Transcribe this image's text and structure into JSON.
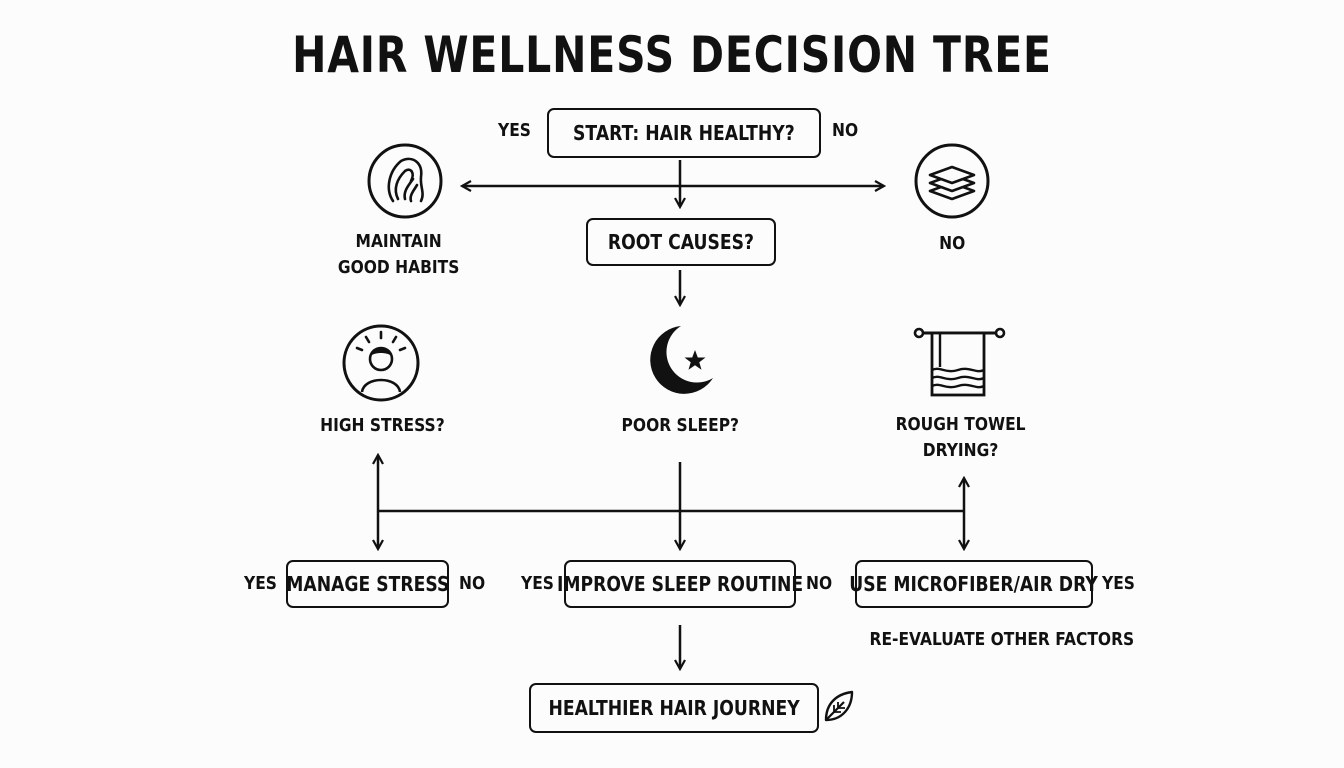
{
  "title": "HAIR WELLNESS DECISION TREE",
  "nodes": {
    "start": "START: HAIR HEALTHY?",
    "root_causes": "ROOT CAUSES?",
    "maintain": "MAINTAIN\nGOOD HABITS",
    "no_right": "NO",
    "high_stress": "HIGH STRESS?",
    "poor_sleep": "POOR SLEEP?",
    "rough_towel": "ROUGH TOWEL\nDRYING?",
    "manage_stress": "MANAGE STRESS",
    "improve_sleep": "IMPROVE SLEEP ROUTINE",
    "microfiber": "USE MICROFIBER/AIR DRY",
    "reevaluate": "RE-EVALUATE OTHER FACTORS",
    "journey": "HEALTHIER HAIR JOURNEY"
  },
  "branch_labels": {
    "start_yes": "YES",
    "start_no": "NO",
    "stress_yes": "YES",
    "stress_no": "NO",
    "sleep_yes": "YES",
    "sleep_no": "NO",
    "towel_yes": "YES"
  },
  "icons": {
    "maintain": "hair-icon",
    "no": "stacked-towels-icon",
    "stress": "stressed-person-icon",
    "sleep": "moon-star-icon",
    "towel": "towel-rack-icon",
    "journey": "leaf-icon"
  },
  "colors": {
    "ink": "#111111",
    "background": "#fcfcfc"
  }
}
